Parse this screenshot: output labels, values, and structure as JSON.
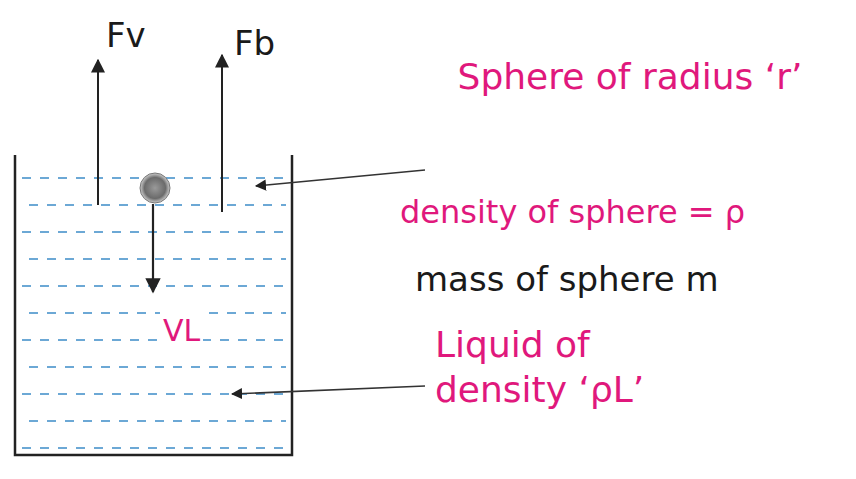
{
  "diagram": {
    "labels": [
      "Fv",
      "Fb",
      "VL",
      "Sphere of radius ‘r’",
      "density of sphere = ρ",
      "mass of sphere m",
      "Liquid of density ‘ρL’"
    ]
  }
}
